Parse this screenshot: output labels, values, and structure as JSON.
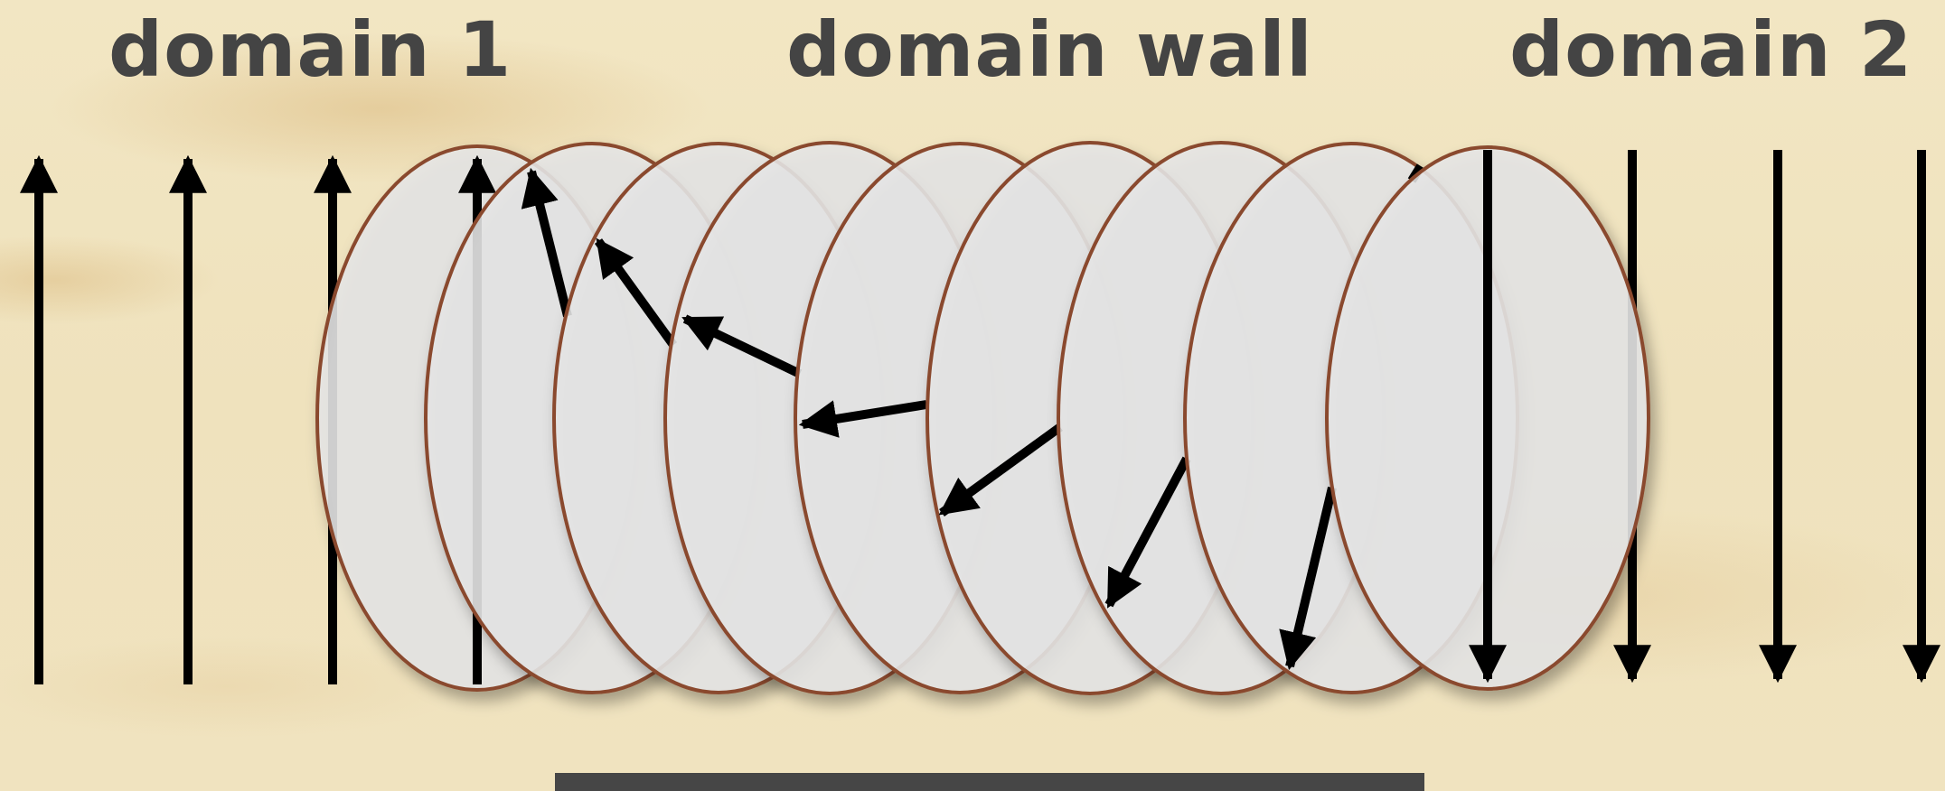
{
  "labels": {
    "domain_1": "domain 1",
    "domain_wall": "domain wall",
    "domain_2": "domain 2"
  },
  "colors": {
    "text": "#444444",
    "arrow": "#000000",
    "disc_fill": "#e6e6e6",
    "disc_stroke": "#8a4a2e",
    "background": "#f1e6c4",
    "bottom_bar": "#464646"
  },
  "spins": {
    "domain_1_arrows": 3,
    "domain_wall_arrows": 9,
    "domain_2_arrows": 3,
    "domain_1_direction": "up",
    "domain_2_direction": "down"
  },
  "icons": {
    "spin_arrow": "arrow-icon",
    "disc": "ellipse-shape"
  }
}
